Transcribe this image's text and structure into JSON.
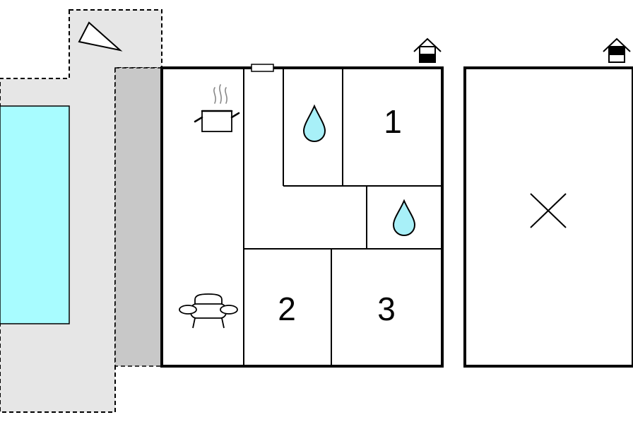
{
  "floor_plan": {
    "rooms": {
      "bedroom_1": {
        "label": "1"
      },
      "bedroom_2": {
        "label": "2"
      },
      "bedroom_3": {
        "label": "3"
      }
    },
    "icons": {
      "kitchen": "cooking-pot-icon",
      "bathroom_upper": "water-drop-icon",
      "bathroom_lower": "water-drop-icon",
      "living_room": "sofa-icon",
      "house_main": "house-level-icon",
      "house_annex": "house-level-icon",
      "closed_area": "cross-mark-icon",
      "terrace": "triangle-icon"
    },
    "colors": {
      "outdoor_area": "#e6e6e6",
      "covered_terrace": "#c8c8c8",
      "pool": "#a8fcff",
      "water_drop": "#a8f0f8",
      "walls": "#000000"
    }
  }
}
